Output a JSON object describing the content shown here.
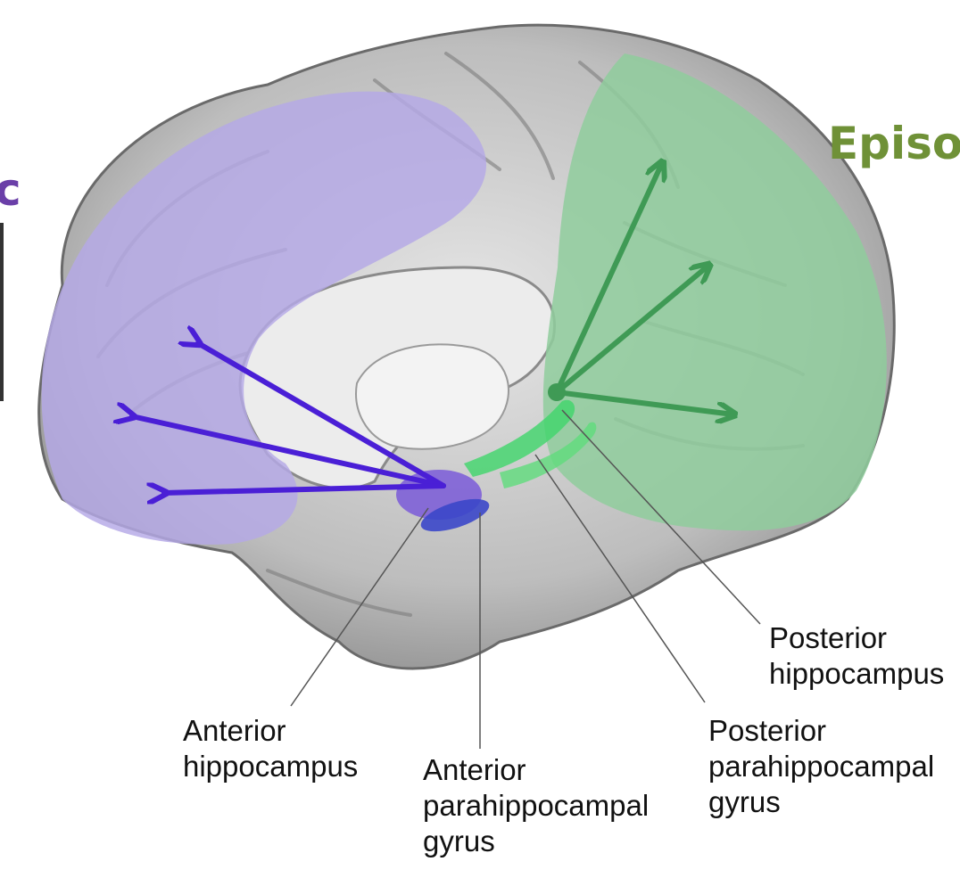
{
  "headers": {
    "left": {
      "text": "c",
      "color": "#6a3fa8"
    },
    "right": {
      "text": "Episo",
      "color": "#6f9137"
    }
  },
  "labels": {
    "anterior_hippocampus": [
      "Anterior",
      "hippocampus"
    ],
    "anterior_parahippocampal_gyrus": [
      "Anterior",
      "parahippocampal",
      "gyrus"
    ],
    "posterior_hippocampus": [
      "Posterior",
      "hippocampus"
    ],
    "posterior_parahippocampal_gyrus": [
      "Posterior",
      "parahippocampal",
      "gyrus"
    ]
  },
  "colors": {
    "brain_surface": "#bdbdbd",
    "purple_region": "#b4a8e6",
    "green_region": "#8fcc9c",
    "purple_arrow": "#4a1fd6",
    "green_arrow": "#3f9a55",
    "blue_structure": "#3b47c9"
  }
}
